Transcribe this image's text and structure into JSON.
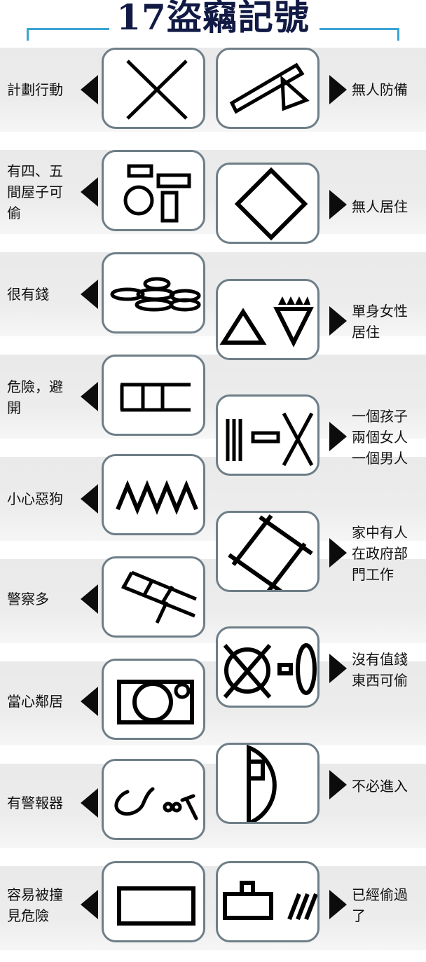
{
  "header": {
    "title": "17盜竊記號"
  },
  "left": [
    {
      "label": "計劃行動",
      "icon": "cross-x-icon"
    },
    {
      "label": "有四、五\n間屋子可\n偷",
      "icon": "houses-rectangles-icon"
    },
    {
      "label": "很有錢",
      "icon": "coin-stack-icon"
    },
    {
      "label": "危險，避\n開",
      "icon": "ladder-frame-icon"
    },
    {
      "label": "小心惡狗",
      "icon": "zigzag-teeth-icon"
    },
    {
      "label": "警察多",
      "icon": "tilted-ladder-icon"
    },
    {
      "label": "當心鄰居",
      "icon": "box-circle-icon"
    },
    {
      "label": "有警報器",
      "icon": "alarm-squiggle-icon"
    },
    {
      "label": "容易被撞\n見危險",
      "icon": "rectangle-icon"
    }
  ],
  "right": [
    {
      "label": "無人防備",
      "icon": "seesaw-triangle-icon"
    },
    {
      "label": "無人居住",
      "icon": "diamond-icon"
    },
    {
      "label": "單身女性\n居住",
      "icon": "triangles-crown-icon"
    },
    {
      "label": "一個孩子\n兩個女人\n一個男人",
      "icon": "bars-cross-icon"
    },
    {
      "label": "家中有人\n在政府部\n門工作",
      "icon": "cross-square-icon"
    },
    {
      "label": "沒有值錢\n東西可偷",
      "icon": "crossed-circle-oval-icon"
    },
    {
      "label": "不必進入",
      "icon": "half-circle-icon"
    },
    {
      "label": "已經偷過\n了",
      "icon": "box-slashes-icon"
    }
  ],
  "colors": {
    "title": "#111a44",
    "accent": "#3aa4d4",
    "card_border": "#6e7e88",
    "band": "#ebebeb"
  }
}
